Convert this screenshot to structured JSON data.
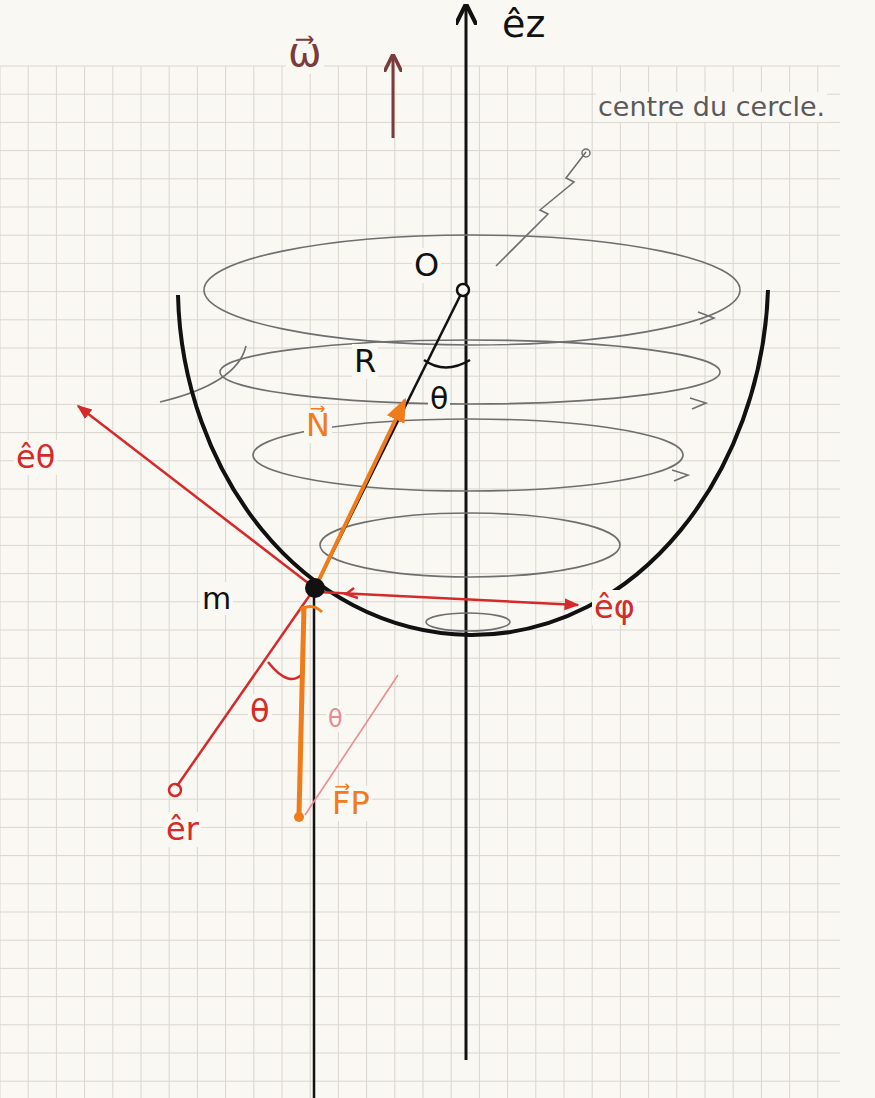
{
  "diagram": {
    "labels": [
      "ω⃗",
      "êz",
      "centre du cercle.",
      "O",
      "R",
      "θ",
      "N⃗",
      "êθ",
      "m",
      "êφ",
      "θ",
      "θ",
      "F⃗P",
      "êr"
    ]
  }
}
